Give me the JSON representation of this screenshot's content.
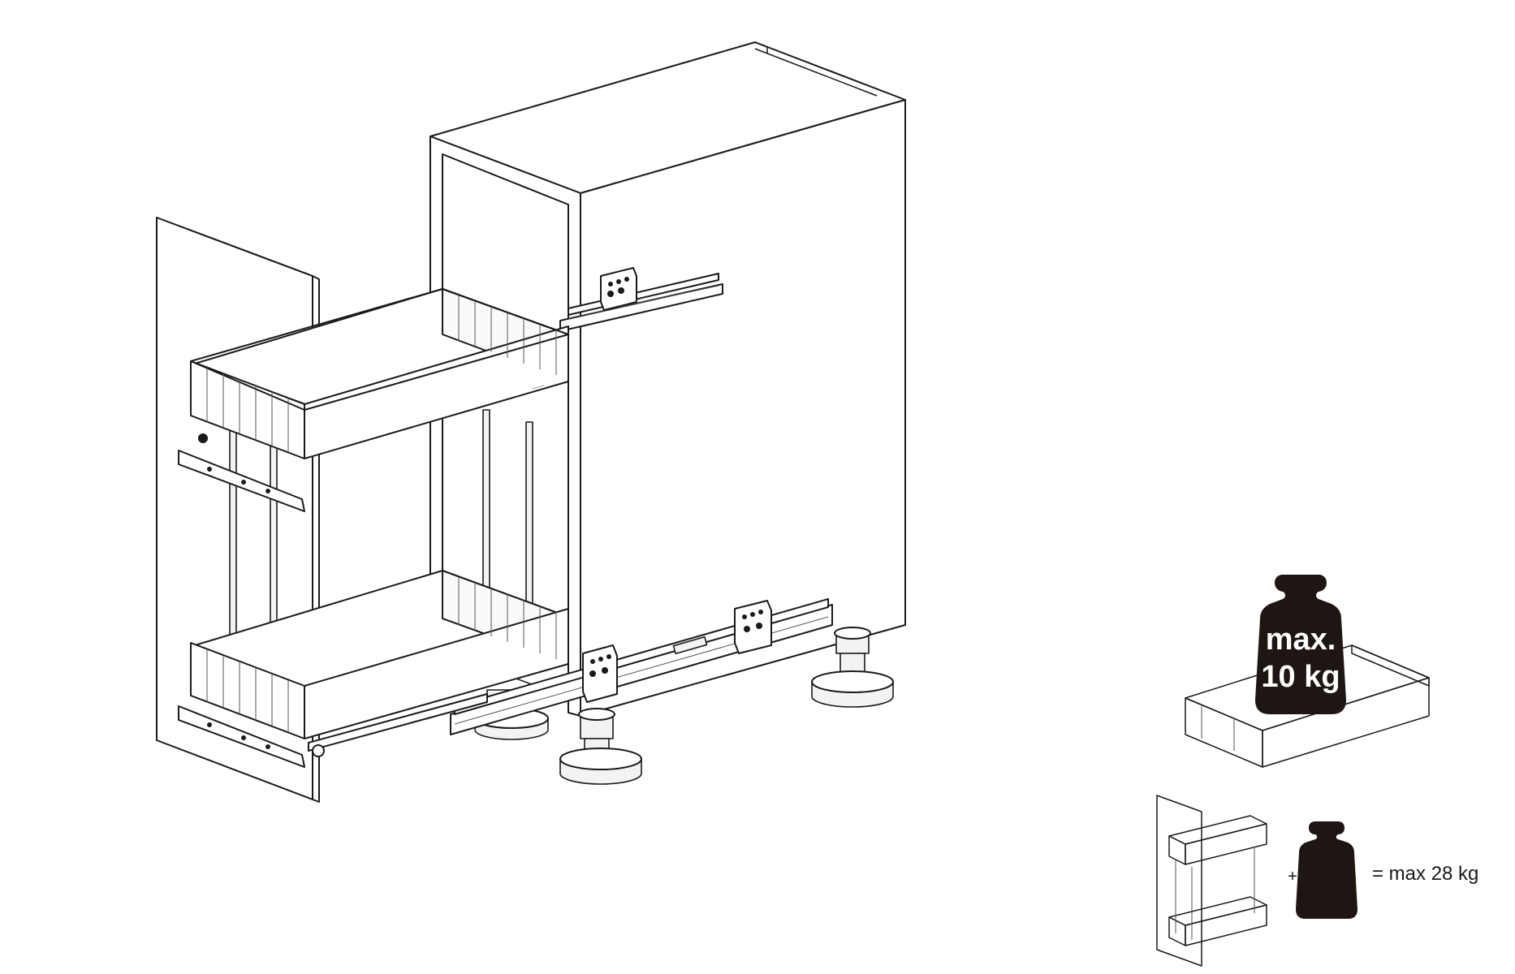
{
  "weight_badge": {
    "line1": "max.",
    "line2": "10 kg",
    "color": "#1e1613"
  },
  "total_load": {
    "plus": "+",
    "label": "= max 28 kg",
    "weight_color": "#1e1613"
  },
  "basket_brand_mark": "~~~~",
  "icons": [
    "cabinet-illustration",
    "pullout-basket",
    "weight-icon",
    "mini-cabinet-icon"
  ]
}
